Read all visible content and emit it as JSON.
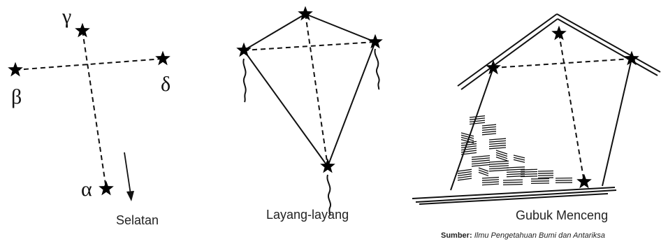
{
  "labels": {
    "gamma": "γ",
    "beta": "β",
    "delta": "δ",
    "alpha": "α"
  },
  "captions": {
    "cross": "Selatan",
    "kite": "Layang-layang",
    "hut": "Gubuk Menceng"
  },
  "source": {
    "prefix": "Sumber:",
    "title": "Ilmu Pengetahuan Bumi dan Antariksa"
  }
}
